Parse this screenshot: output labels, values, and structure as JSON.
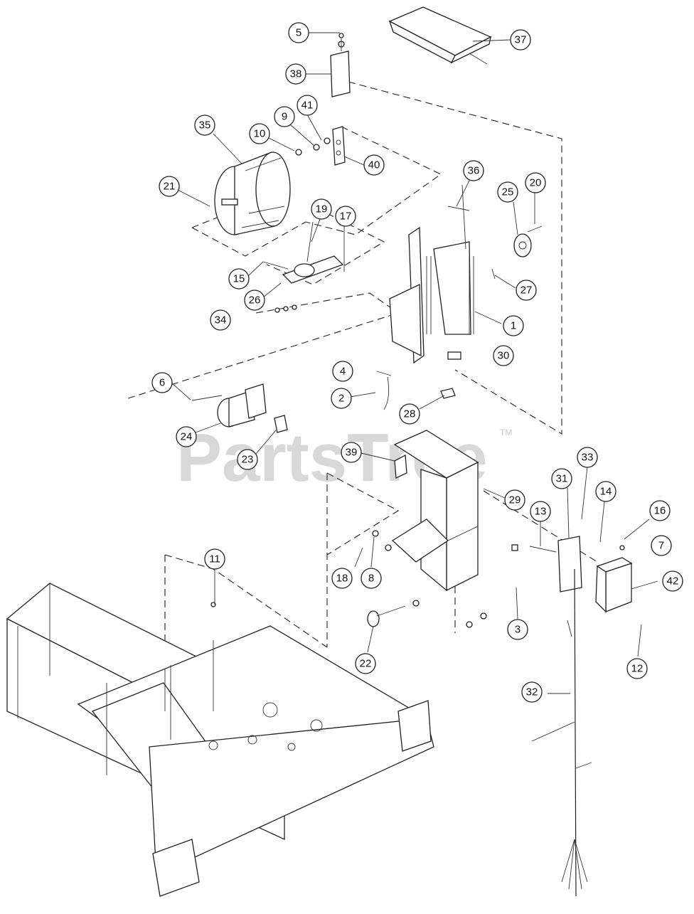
{
  "watermark": {
    "text": "PartsTree",
    "trademark": "TM"
  },
  "callouts": [
    "5",
    "37",
    "38",
    "9",
    "41",
    "35",
    "10",
    "40",
    "21",
    "36",
    "25",
    "20",
    "19",
    "17",
    "15",
    "27",
    "26",
    "34",
    "1",
    "30",
    "4",
    "6",
    "2",
    "28",
    "24",
    "23",
    "39",
    "33",
    "29",
    "31",
    "13",
    "14",
    "16",
    "7",
    "18",
    "8",
    "42",
    "11",
    "3",
    "12",
    "22",
    "32"
  ]
}
